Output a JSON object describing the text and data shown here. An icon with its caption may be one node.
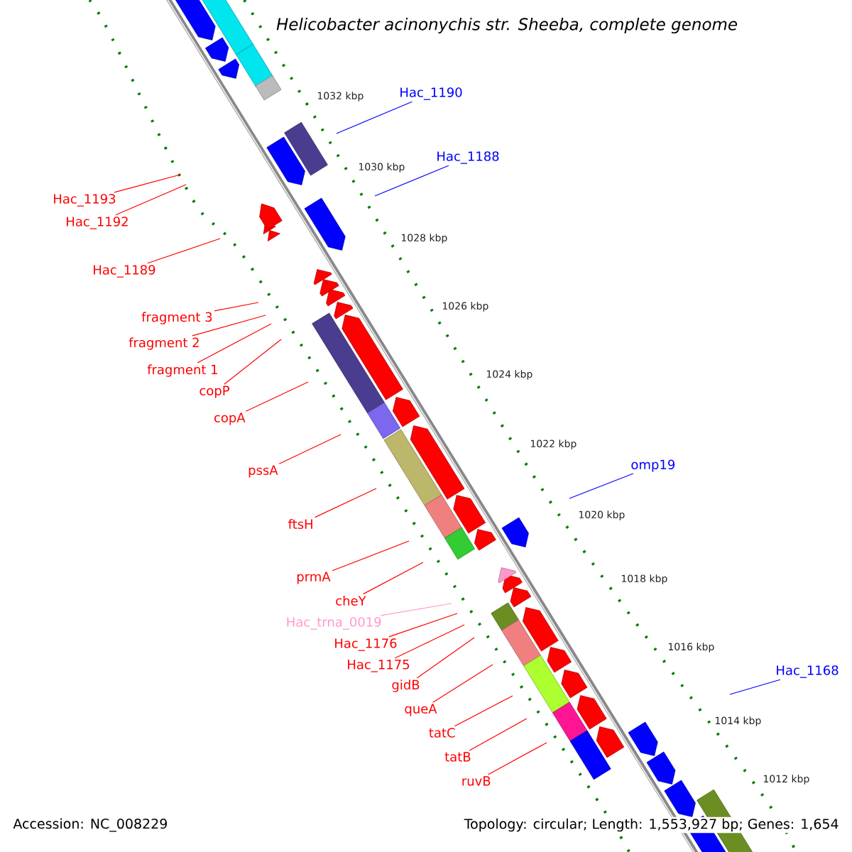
{
  "diagram": {
    "title": "Helicobacter acinonychis str. Sheeba, complete genome",
    "nodes": [
      {
        "text": [
          "Hac_1190"
        ]
      },
      {
        "text": [
          "Hac_1188"
        ]
      },
      {
        "text": [
          "Hac_1193"
        ]
      },
      {
        "text": [
          "Hac_1192"
        ]
      },
      {
        "text": [
          "Hac_1189"
        ]
      },
      {
        "text": [
          "fragment 3"
        ]
      },
      {
        "text": [
          "fragment 2"
        ]
      },
      {
        "text": [
          "fragment 1"
        ]
      },
      {
        "text": [
          "copP"
        ]
      },
      {
        "text": [
          "copA"
        ]
      },
      {
        "text": [
          "omp19"
        ]
      },
      {
        "text": [
          "pssA"
        ]
      },
      {
        "text": [
          "ftsH"
        ]
      },
      {
        "text": [
          "prmA"
        ]
      },
      {
        "text": [
          "cheY"
        ]
      },
      {
        "text": [
          "Hac_trna_0019"
        ]
      },
      {
        "text": [
          "Hac_1176"
        ]
      },
      {
        "text": [
          "Hac_1175"
        ]
      },
      {
        "text": [
          "Hac_1168"
        ]
      },
      {
        "text": [
          "gidB"
        ]
      },
      {
        "text": [
          "queA"
        ]
      },
      {
        "text": [
          "tatC"
        ]
      },
      {
        "text": [
          "tatB"
        ]
      },
      {
        "text": [
          "ruvB"
        ]
      }
    ],
    "edges": [
      {
        "from": 0,
        "to": null,
        "arrow": "none",
        "color": "#0000ff"
      },
      {
        "from": 1,
        "to": null,
        "arrow": "none",
        "color": "#0000ff"
      },
      {
        "from": 2,
        "to": null,
        "arrow": "none"
      },
      {
        "from": 3,
        "to": null,
        "arrow": "none"
      },
      {
        "from": 4,
        "to": null,
        "arrow": "none"
      },
      {
        "from": 5,
        "to": null,
        "arrow": "none"
      },
      {
        "from": 6,
        "to": null,
        "arrow": "none"
      },
      {
        "from": 7,
        "to": null,
        "arrow": "none"
      },
      {
        "from": 8,
        "to": null,
        "arrow": "none"
      },
      {
        "from": 9,
        "to": null,
        "arrow": "none"
      },
      {
        "from": 10,
        "to": null,
        "arrow": "none",
        "color": "#0000ff"
      },
      {
        "from": 11,
        "to": null,
        "arrow": "none"
      },
      {
        "from": 12,
        "to": null,
        "arrow": "none"
      },
      {
        "from": 13,
        "to": null,
        "arrow": "none"
      },
      {
        "from": 14,
        "to": null,
        "arrow": "none"
      },
      {
        "from": 15,
        "to": null,
        "arrow": "none",
        "color": "#ff99cc"
      },
      {
        "from": 16,
        "to": null,
        "arrow": "none"
      },
      {
        "from": 17,
        "to": null,
        "arrow": "none"
      },
      {
        "from": 18,
        "to": null,
        "arrow": "none",
        "color": "#0000ff"
      },
      {
        "from": 19,
        "to": null,
        "arrow": "none"
      },
      {
        "from": 20,
        "to": null,
        "arrow": "none"
      },
      {
        "from": 21,
        "to": null,
        "arrow": "none"
      },
      {
        "from": 22,
        "to": null,
        "arrow": "none"
      },
      {
        "from": 23,
        "to": null,
        "arrow": "none"
      }
    ],
    "labels": [
      "1032 kbp",
      "1030 kbp",
      "1028 kbp",
      "1026 kbp",
      "1024 kbp",
      "1022 kbp",
      "1020 kbp",
      "1018 kbp",
      "1016 kbp",
      "1014 kbp",
      "1012 kbp",
      "Accession: NC_008229",
      "Topology: circular; Length: 1,553,927 bp; Genes: 1,654"
    ]
  }
}
